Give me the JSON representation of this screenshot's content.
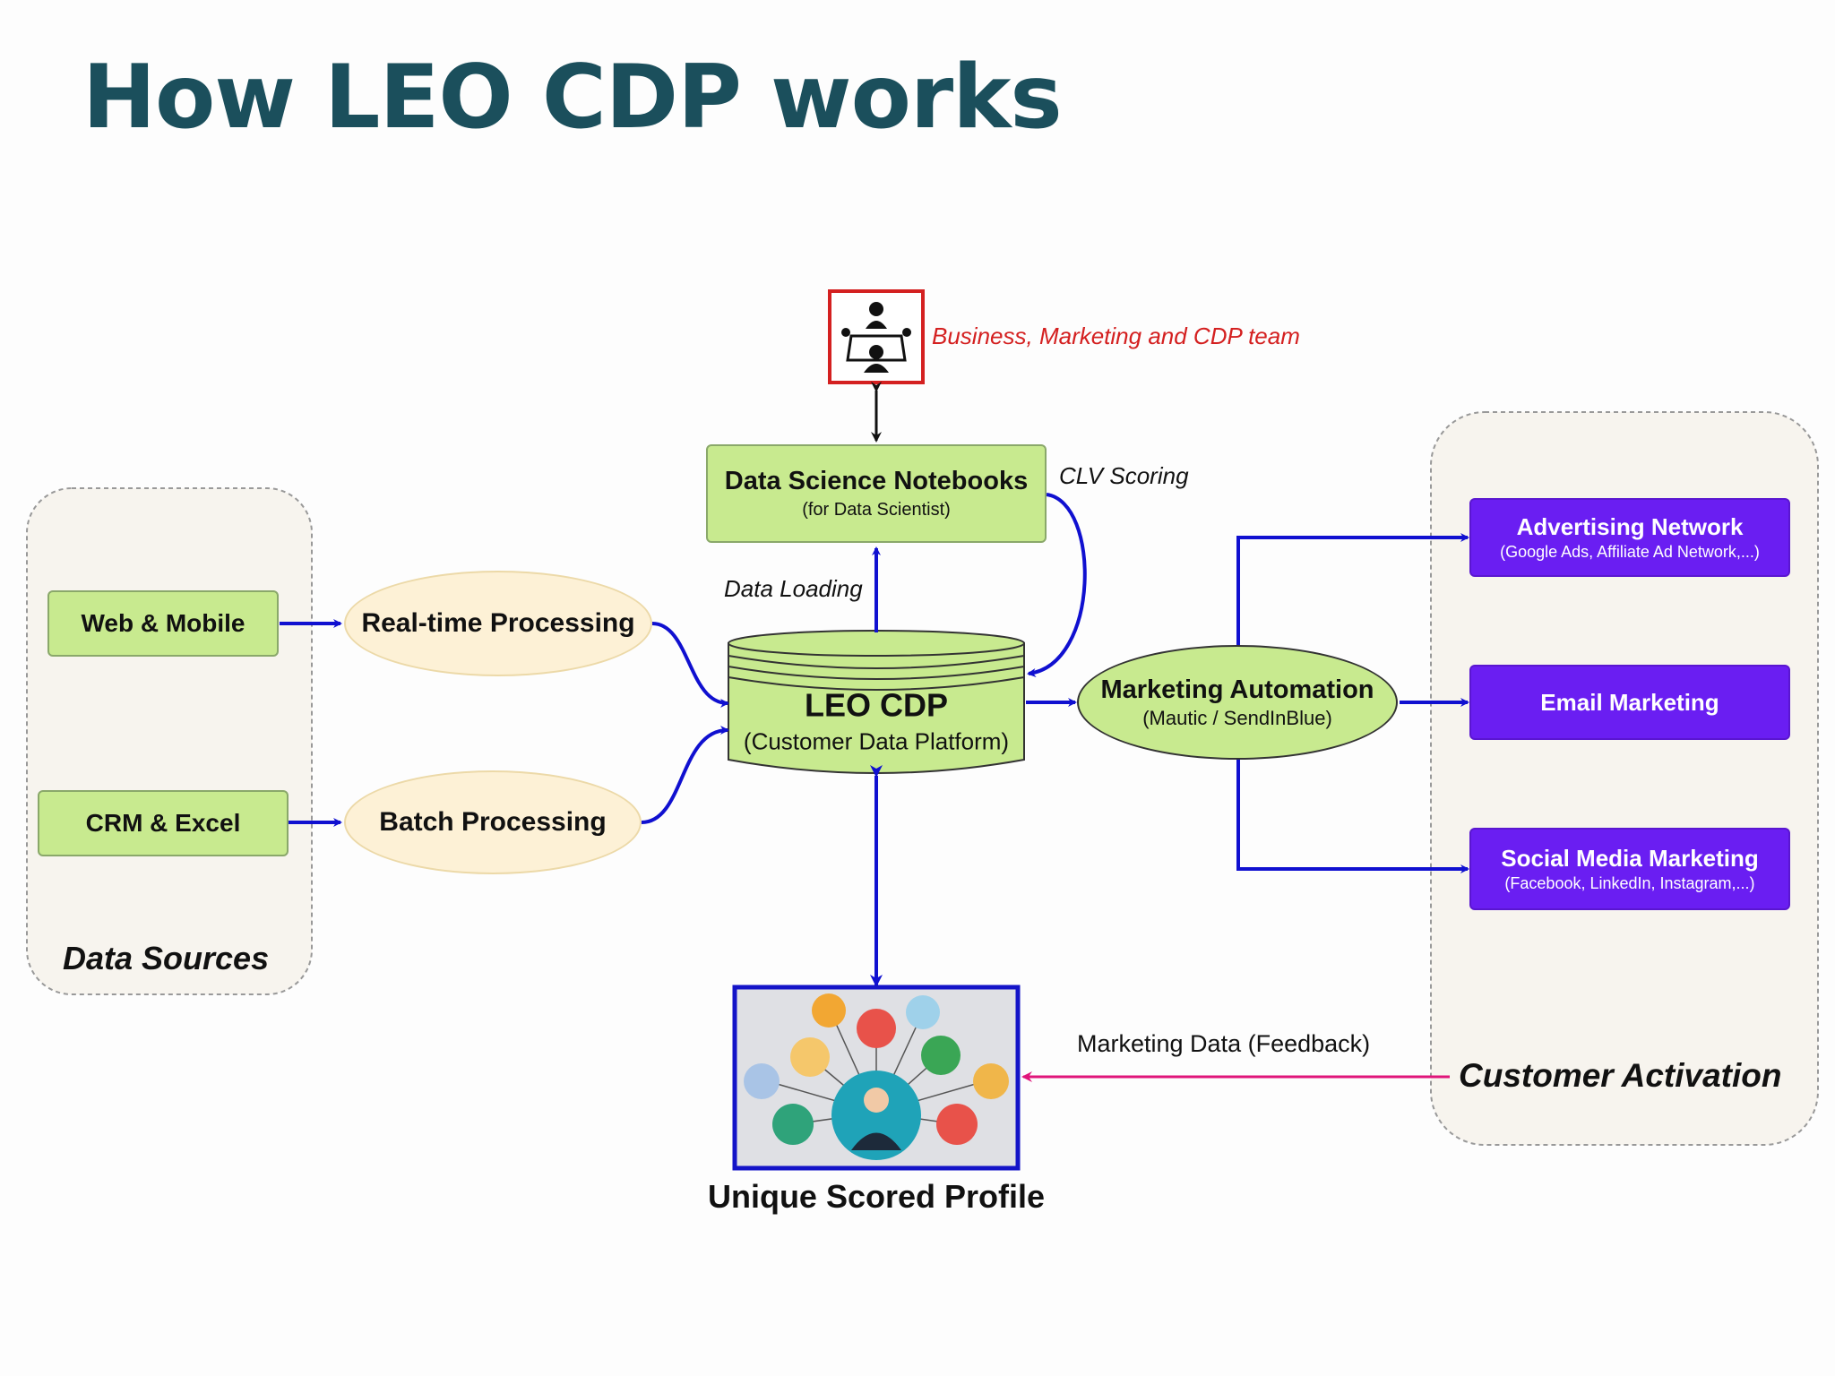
{
  "title": "How LEO CDP works",
  "team_label": "Business, Marketing and CDP team",
  "notebooks": {
    "title": "Data Science Notebooks",
    "subtitle": "(for Data Scientist)"
  },
  "clv_label": "CLV Scoring",
  "data_loading_label": "Data Loading",
  "data_sources": {
    "group_label": "Data Sources",
    "items": [
      "Web & Mobile",
      "CRM & Excel"
    ]
  },
  "processing": [
    "Real-time Processing",
    "Batch Processing"
  ],
  "cdp": {
    "title": "LEO CDP",
    "subtitle": "(Customer Data Platform)"
  },
  "automation": {
    "title": "Marketing Automation",
    "subtitle": "(Mautic / SendInBlue)"
  },
  "activation": {
    "group_label": "Customer Activation",
    "channels": [
      {
        "title": "Advertising Network",
        "subtitle": "(Google Ads, Affiliate Ad Network,...)"
      },
      {
        "title": "Email Marketing",
        "subtitle": ""
      },
      {
        "title": "Social Media Marketing",
        "subtitle": "(Facebook, LinkedIn, Instagram,...)"
      }
    ]
  },
  "profile_label": "Unique Scored Profile",
  "feedback_label": "Marketing Data (Feedback)",
  "colors": {
    "title": "#1b4f5c",
    "arrow": "#1010d0",
    "feedback_arrow": "#e0157a",
    "green_box": "#c8ea8f",
    "purple_box": "#6a1ef2",
    "ellipse": "#fdf1d6",
    "team_text": "#d42020"
  }
}
